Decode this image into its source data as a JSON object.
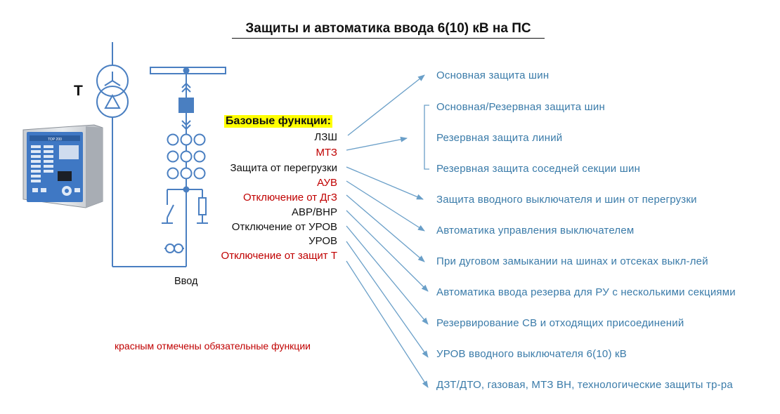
{
  "title": "Защиты и автоматика ввода 6(10) кВ на ПС",
  "transformer_label": "Т",
  "feeder_label": "Ввод",
  "base_functions_title": "Базовые функции:",
  "functions": [
    {
      "label": "ЛЗШ",
      "mandatory": false
    },
    {
      "label": "МТЗ",
      "mandatory": true
    },
    {
      "label": "Защита от перегрузки",
      "mandatory": false
    },
    {
      "label": "АУВ",
      "mandatory": true
    },
    {
      "label": "Отключение от ДгЗ",
      "mandatory": true
    },
    {
      "label": "АВР/ВНР",
      "mandatory": false
    },
    {
      "label": "Отключение от УРОВ",
      "mandatory": false
    },
    {
      "label": "УРОВ",
      "mandatory": false
    },
    {
      "label": "Отключение от защит Т",
      "mandatory": true
    }
  ],
  "descriptions": [
    "Основная защита шин",
    "Основная/Резервная защита шин",
    "Резервная защита линий",
    "Резервная защита соседней секции шин",
    "Защита вводного выключателя и шин от перегрузки",
    "Автоматика управления выключателем",
    "При дуговом замыкании на шинах и отсеках выкл-лей",
    "Автоматика ввода резерва для РУ с несколькими секциями",
    "Резервирование СВ и отходящих присоединений",
    "УРОВ вводного выключателя 6(10) кВ",
    "ДЗТ/ДТО, газовая, МТЗ ВН, технологические защиты тр-ра"
  ],
  "note": "красным отмечены обязательные функции",
  "colors": {
    "mandatory": "#c00000",
    "normal": "#111111",
    "description": "#3a7ba9",
    "arrow": "#6a9fc8",
    "highlight": "#ffff00",
    "relay_blue": "#4a7fc1"
  },
  "relay_icon": "relay-terminal-device",
  "device_display": {
    "brand": "ТОР 200",
    "keypad_labels": []
  }
}
